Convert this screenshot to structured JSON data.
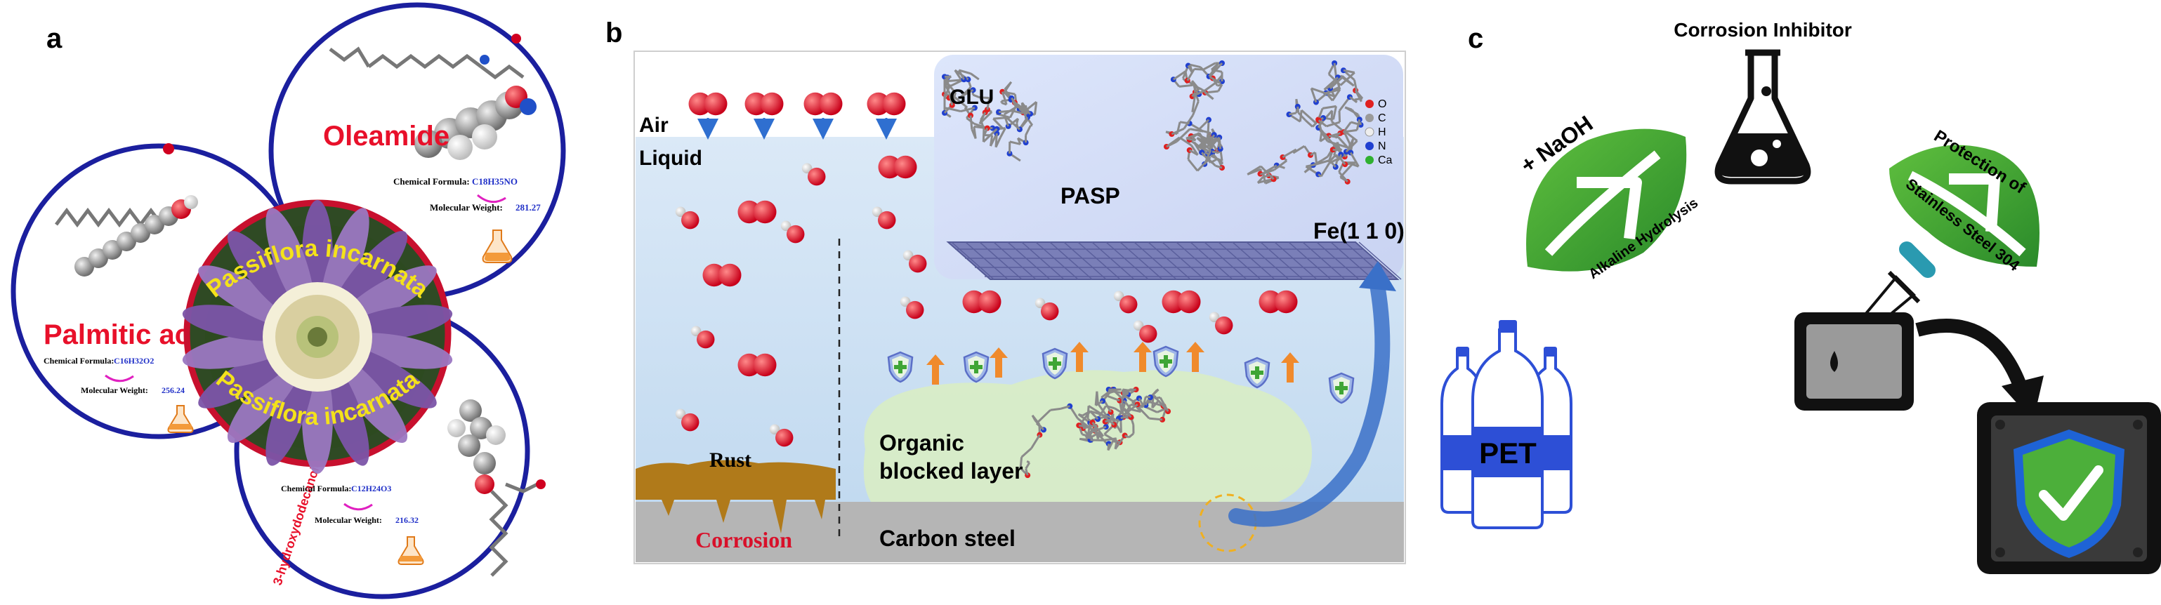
{
  "panel_a": {
    "label": "a",
    "center_title_top": "Passiflora incarnata",
    "center_title_bottom": "Passiflora incarnata",
    "oleamide": {
      "name": "Oleamide",
      "formula_label": "Chemical Formula:",
      "formula": "C18H35NO",
      "weight_label": "Molecular Weight:",
      "weight": "281.27"
    },
    "palmitic": {
      "name": "Palmitic acid",
      "formula_label": "Chemical Formula:",
      "formula": "C16H32O2",
      "weight_label": "Molecular Weight:",
      "weight": "256.24"
    },
    "hydroxy": {
      "name": "3-hydroxydodecanoic acid",
      "formula_label": "Chemical Formula:",
      "formula": "C12H24O3",
      "weight_label": "Molecular Weight:",
      "weight": "216.32"
    }
  },
  "panel_b": {
    "label": "b",
    "air": "Air",
    "liquid": "Liquid",
    "glu": "GLU",
    "pasp": "PASP",
    "fe": "Fe(1 1 0)",
    "legend": [
      "O",
      "C",
      "H",
      "N",
      "Ca"
    ],
    "rust": "Rust",
    "corrosion": "Corrosion",
    "organic_line1": "Organic",
    "organic_line2": "blocked layer",
    "carbon_steel": "Carbon steel"
  },
  "panel_c": {
    "label": "c",
    "corrosion_inhibitor": "Corrosion Inhibitor",
    "naoh": "+ NaOH",
    "alkaline": "Alkaline Hydrolysis",
    "protection": "Protection of",
    "stainless": "Stainless Steel 304",
    "pet": "PET"
  },
  "colors": {
    "circle_blue": "#1b1f9e",
    "flower_ring": "#c8102e",
    "title_red": "#e8102a",
    "leaf_green": "#3fa535",
    "liquid_blue": "#cfe3f5",
    "steel_gray": "#b5b5b5",
    "rust_brown": "#b07a1a",
    "organic_green": "#d8ecc6",
    "arrow_orange": "#f08a2c",
    "bottle_blue": "#2d4fd6"
  }
}
